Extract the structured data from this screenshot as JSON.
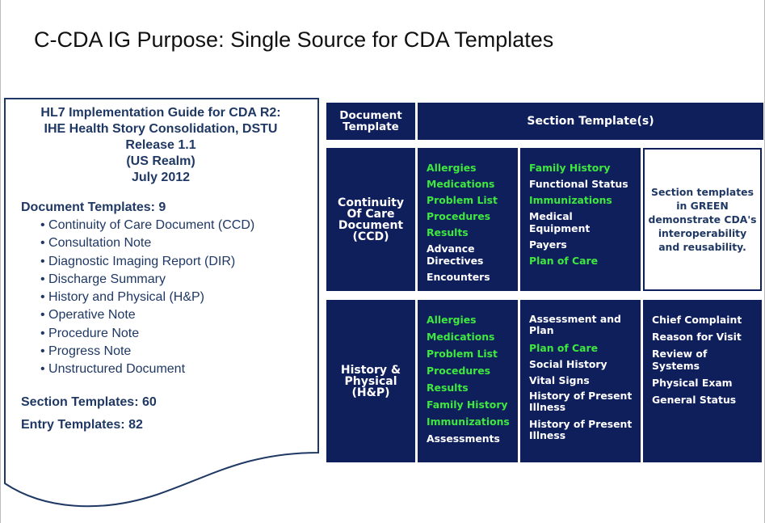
{
  "slide_title": "C-CDA IG Purpose: Single Source for CDA Templates",
  "guide": {
    "heading_lines": [
      "HL7 Implementation Guide for CDA R2:",
      "IHE Health Story Consolidation, DSTU",
      "Release 1.1",
      "(US Realm)",
      "July 2012"
    ],
    "document_templates_label": "Document Templates: 9",
    "document_templates": [
      "Continuity of Care Document (CCD)",
      "Consultation Note",
      "Diagnostic Imaging Report (DIR)",
      "Discharge Summary",
      "History and Physical (H&P)",
      "Operative Note",
      "Procedure Note",
      "Progress Note",
      "Unstructured Document"
    ],
    "section_templates_label": "Section Templates: 60",
    "entry_templates_label": "Entry Templates: 82"
  },
  "table": {
    "header_document_lines": [
      "Document",
      "Template"
    ],
    "header_section": "Section Template(s)",
    "ccd": {
      "doc_lines": [
        "Continuity",
        "Of Care",
        "Document",
        "(CCD)"
      ],
      "col1": [
        {
          "text": "Allergies",
          "green": true
        },
        {
          "text": "Medications",
          "green": true
        },
        {
          "text": "Problem List",
          "green": true
        },
        {
          "text": "Procedures",
          "green": true
        },
        {
          "text": "Results",
          "green": true
        },
        {
          "text": "Advance Directives",
          "green": false
        },
        {
          "text": "Encounters",
          "green": false
        }
      ],
      "col2": [
        {
          "text": "Family History",
          "green": true
        },
        {
          "text": "Functional Status",
          "green": false
        },
        {
          "text": "Immunizations",
          "green": true
        },
        {
          "text": "Medical Equipment",
          "green": false
        },
        {
          "text": "Payers",
          "green": false
        },
        {
          "text": "Plan of Care",
          "green": true
        }
      ],
      "note": "Section templates in GREEN demonstrate CDA's interoperability and reusability."
    },
    "hp": {
      "doc_lines": [
        "History &",
        "Physical",
        "(H&P)"
      ],
      "col1": [
        {
          "text": "Allergies",
          "green": true
        },
        {
          "text": "Medications",
          "green": true
        },
        {
          "text": "Problem List",
          "green": true
        },
        {
          "text": "Procedures",
          "green": true
        },
        {
          "text": "Results",
          "green": true
        },
        {
          "text": "Family History",
          "green": true
        },
        {
          "text": "Immunizations",
          "green": true
        },
        {
          "text": "Assessments",
          "green": false
        }
      ],
      "col2": [
        {
          "text": "Assessment and Plan",
          "green": false
        },
        {
          "text": "Plan of Care",
          "green": true
        },
        {
          "text": "Social History",
          "green": false
        },
        {
          "text": "Vital Signs",
          "green": false
        },
        {
          "text": "History of Present Illness",
          "green": false
        },
        {
          "text": "History of Present Illness",
          "green": false
        }
      ],
      "col3": [
        {
          "text": "Chief Complaint",
          "green": false
        },
        {
          "text": "Reason for Visit",
          "green": false
        },
        {
          "text": "Review of Systems",
          "green": false
        },
        {
          "text": "Physical Exam",
          "green": false
        },
        {
          "text": "General Status",
          "green": false
        }
      ]
    }
  },
  "colors": {
    "navy": "#0f1f5c",
    "green": "#3ee83e",
    "text_blue": "#1f3864"
  }
}
